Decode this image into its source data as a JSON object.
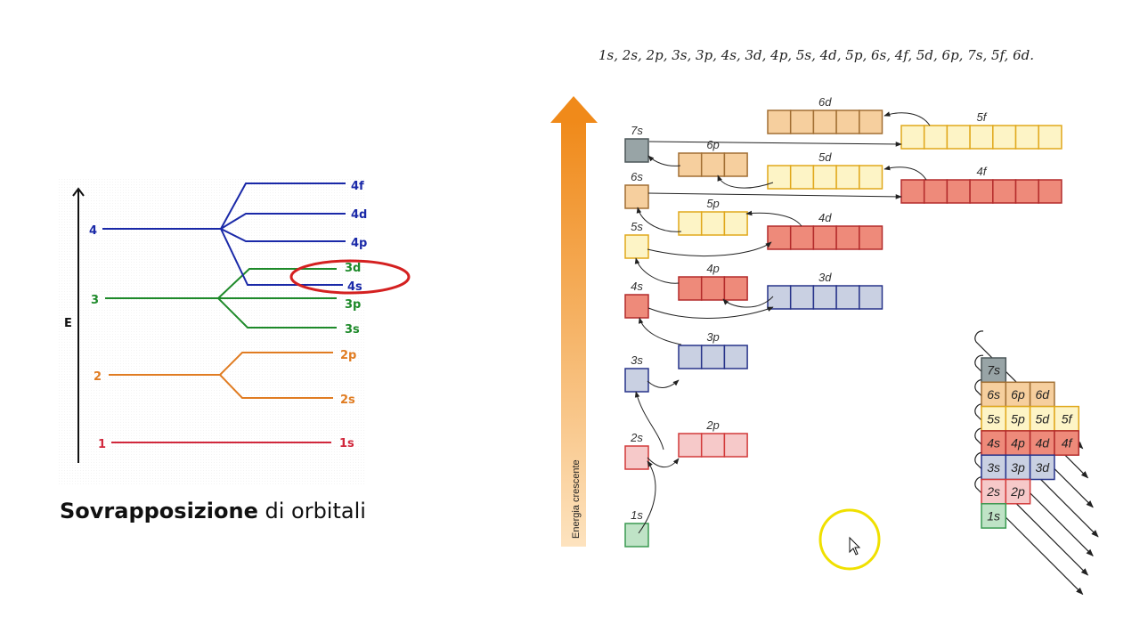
{
  "caption": {
    "bold": "Sovrapposizione",
    "rest": " di orbitali"
  },
  "sequence": "1s, 2s, 2p, 3s, 3p, 4s, 3d, 4p, 5s, 4d, 5p, 6s, 4f, 5d, 6p, 7s, 5f, 6d.",
  "left_diagram": {
    "axis_label": "E",
    "levels": [
      "1",
      "2",
      "3",
      "4"
    ],
    "sublevels": [
      "1s",
      "2s",
      "2p",
      "3s",
      "3p",
      "4s",
      "3d",
      "4p",
      "4d",
      "4f"
    ],
    "colors": {
      "n1": "#d1283c",
      "n2": "#e07c22",
      "n3": "#1e8a2a",
      "n4": "#1a29a8",
      "highlight": "#d42020"
    }
  },
  "right_diagram": {
    "axis_label": "Energia crescente",
    "orbitals": [
      "1s",
      "2s",
      "2p",
      "3s",
      "3p",
      "4s",
      "3d",
      "4p",
      "5s",
      "4d",
      "5p",
      "6s",
      "4f",
      "5d",
      "6p",
      "7s",
      "5f",
      "6d"
    ]
  },
  "aufbau_grid": {
    "rows": [
      [
        "7s"
      ],
      [
        "6s",
        "6p",
        "6d"
      ],
      [
        "5s",
        "5p",
        "5d",
        "5f"
      ],
      [
        "4s",
        "4p",
        "4d",
        "4f"
      ],
      [
        "3s",
        "3p",
        "3d"
      ],
      [
        "2s",
        "2p"
      ],
      [
        "1s"
      ]
    ]
  },
  "colors": {
    "s1": "#bfe3c6",
    "s1_border": "#3a9a50",
    "n2": "#f6c9c9",
    "n2_border": "#d23a3a",
    "n3": "#c9d0e2",
    "n3_border": "#27338a",
    "n4": "#ee8a7a",
    "n4_border": "#b32b2b",
    "n5": "#fdf4c6",
    "n5_border": "#e0a81c",
    "n6": "#f6cf9e",
    "n6_border": "#a26f33",
    "n7": "#98a4a6",
    "n7_border": "#4c5759",
    "cursor_ring": "#f0e000"
  }
}
